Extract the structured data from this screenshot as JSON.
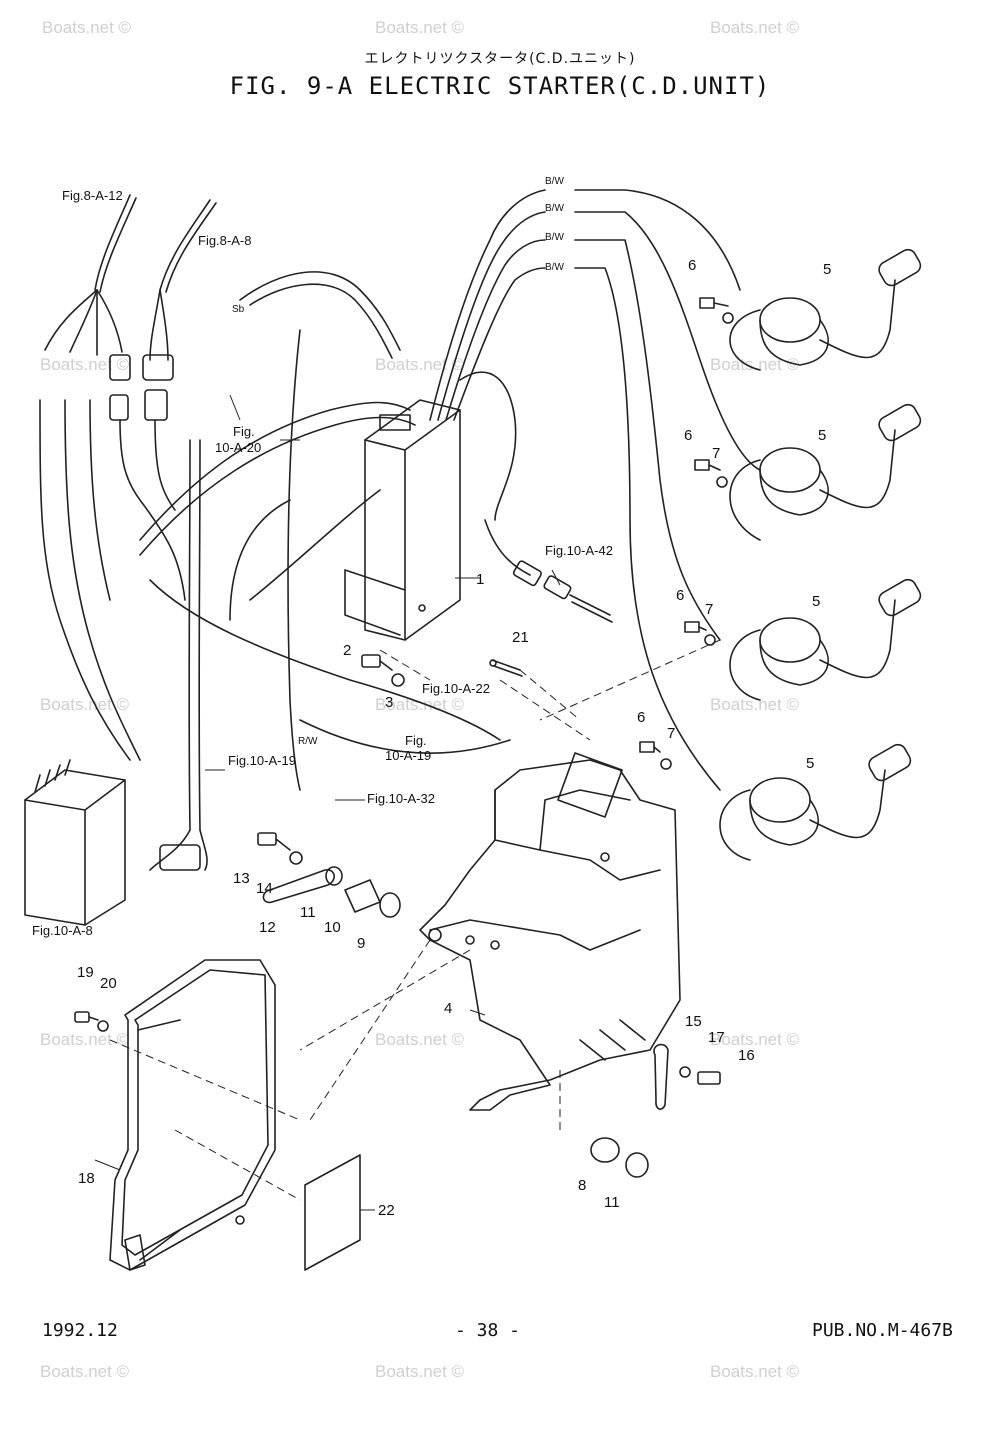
{
  "header": {
    "subtitle_jp": "エレクトリツクスタータ(C.D.ユニット)",
    "title": "FIG.  9-A ELECTRIC STARTER(C.D.UNIT)"
  },
  "footer": {
    "date": "1992.12",
    "page": "- 38 -",
    "publication": "PUB.NO.M-467B"
  },
  "watermark": "Boats.net ©",
  "refs": {
    "r1": "Fig.8-A-12",
    "r2": "Fig.8-A-8",
    "r3": "Fig.",
    "r3b": "10-A-20",
    "r4": "Fig.10-A-42",
    "r5": "Fig.10-A-22",
    "r6": "Fig.",
    "r6b": "10-A-19",
    "r7": "Fig.10-A-19",
    "r8": "Fig.10-A-32",
    "r9": "Fig.10-A-8"
  },
  "wires": {
    "bw": "B/W",
    "rw": "R/W",
    "sb": "Sb"
  },
  "parts": {
    "p1": "1",
    "p2": "2",
    "p3": "3",
    "p4": "4",
    "p5": "5",
    "p6": "6",
    "p7": "7",
    "p8": "8",
    "p9": "9",
    "p10": "10",
    "p11": "11",
    "p12": "12",
    "p13": "13",
    "p14": "14",
    "p15": "15",
    "p16": "16",
    "p17": "17",
    "p18": "18",
    "p19": "19",
    "p20": "20",
    "p21": "21",
    "p22": "22"
  }
}
